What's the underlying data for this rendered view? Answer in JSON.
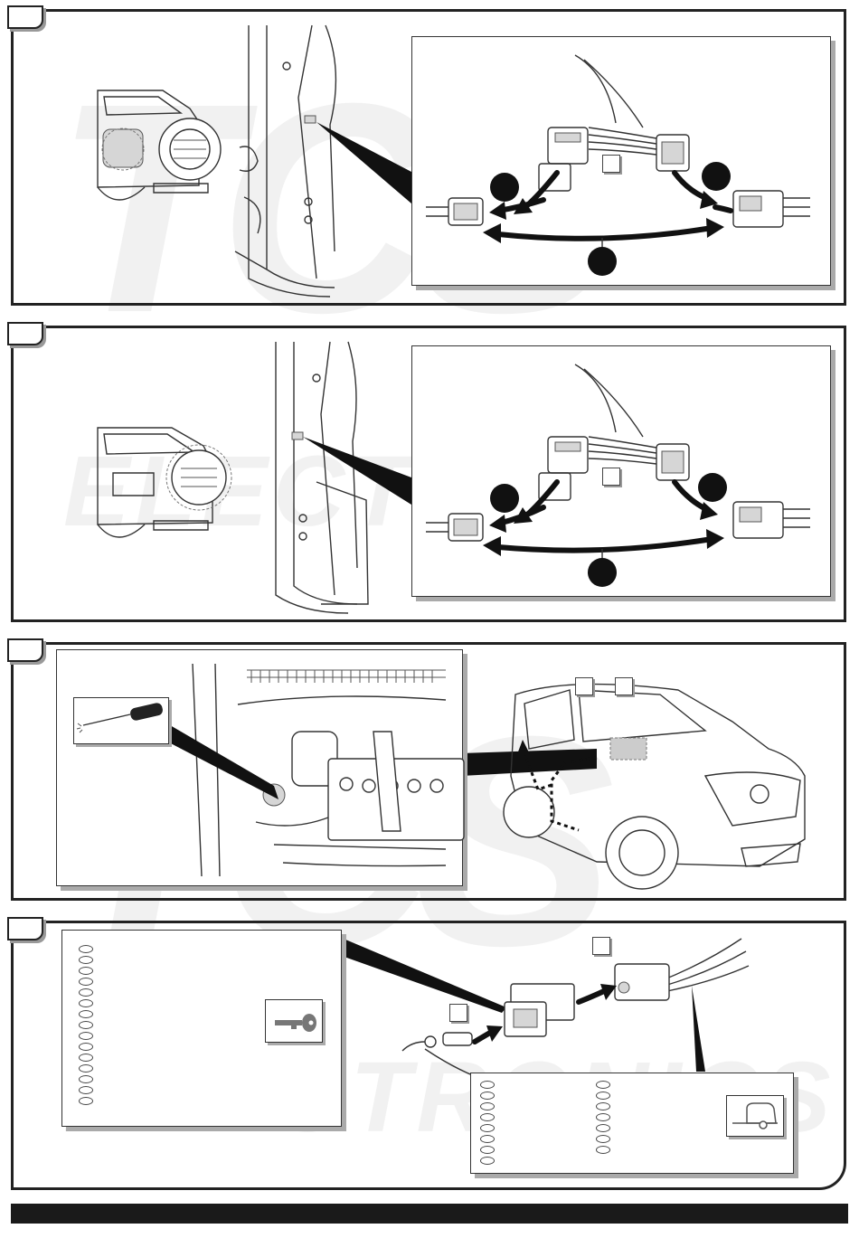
{
  "watermark": {
    "brand": "TCS",
    "text": "ELECTRONICS"
  },
  "steps": [
    {
      "id": "step-1",
      "label": ""
    },
    {
      "id": "step-2",
      "label": ""
    },
    {
      "id": "step-3",
      "label": ""
    },
    {
      "id": "step-4",
      "label": ""
    }
  ],
  "colors": {
    "line": "#222222",
    "shadow": "#aaaaaa",
    "highlight": "#cccccc",
    "arrow": "#111111"
  },
  "icons": [
    "screwdriver-icon",
    "ignition-key-icon",
    "trailer-icon"
  ]
}
